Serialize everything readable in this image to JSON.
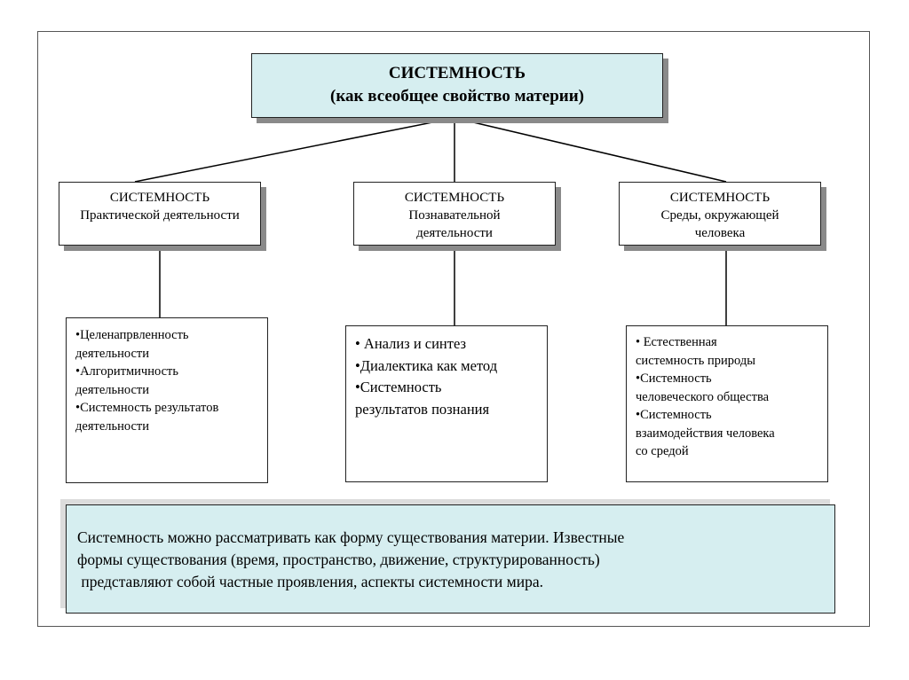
{
  "root": {
    "title": "СИСТЕМНОСТЬ",
    "subtitle": "(как всеобщее свойство материи)"
  },
  "branches": [
    {
      "line1": "СИСТЕМНОСТЬ",
      "line2": "Практической деятельности",
      "line3": "",
      "items": [
        "•Целенапрвленность",
        "деятельности",
        "•Алгоритмичность",
        "деятельности",
        "•Системность результатов",
        "деятельности"
      ]
    },
    {
      "line1": "СИСТЕМНОСТЬ",
      "line2": "Познавательной",
      "line3": "деятельности",
      "items": [
        "• Анализ и синтез",
        "•Диалектика как метод",
        "•Системность",
        "результатов познания"
      ]
    },
    {
      "line1": "СИСТЕМНОСТЬ",
      "line2": "Среды, окружающей",
      "line3": "человека",
      "items": [
        "• Естественная",
        "системность природы",
        "•Системность",
        "человеческого общества",
        "•Системность",
        "взаимодействия человека",
        "со средой"
      ]
    }
  ],
  "summary": {
    "line1": "Системность можно рассматривать как форму существования материи. Известные",
    "line2": "формы существования (время, пространство, движение, структурированность)",
    "line3": " представляют собой частные проявления, аспекты системности мира."
  }
}
